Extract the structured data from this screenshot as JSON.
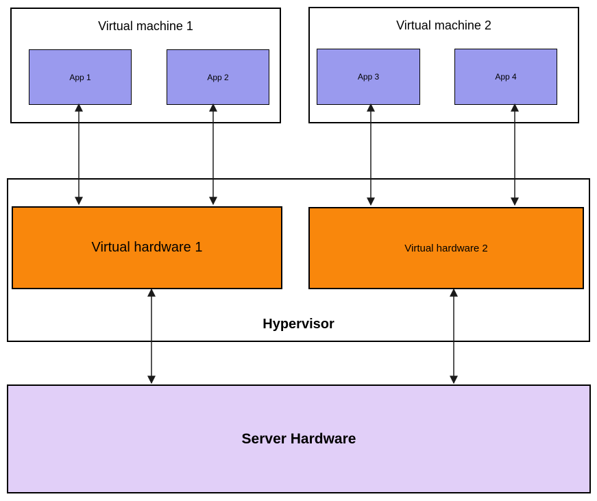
{
  "diagram": {
    "vm1": {
      "title": "Virtual machine 1",
      "apps": [
        {
          "label": "App 1"
        },
        {
          "label": "App 2"
        }
      ]
    },
    "vm2": {
      "title": "Virtual machine 2",
      "apps": [
        {
          "label": "App 3"
        },
        {
          "label": "App 4"
        }
      ]
    },
    "hypervisor": {
      "label": "Hypervisor",
      "vh1_label": "Virtual hardware 1",
      "vh2_label": "Virtual hardware 2"
    },
    "server": {
      "label": "Server Hardware"
    }
  },
  "colors": {
    "app_fill": "#9a9aee",
    "vh_fill": "#f9870c",
    "server_fill": "#e1cff8",
    "box_bg": "#ffffff",
    "border": "#000000",
    "arrow": "#1b1b1b",
    "text": "#000000"
  }
}
